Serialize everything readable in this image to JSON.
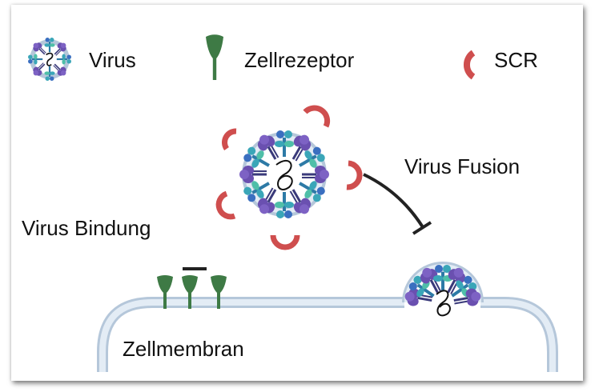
{
  "legend": {
    "virus_label": "Virus",
    "receptor_label": "Zellrezeptor",
    "scr_label": "SCR"
  },
  "labels": {
    "binding": "Virus Bindung",
    "fusion": "Virus Fusion",
    "membrane": "Zellmembran"
  },
  "colors": {
    "receptor": "#3e7a45",
    "scr": "#cf4e4e",
    "spike_purple": "#6a50b0",
    "spike_teal": "#3aa6b8",
    "spike_blue": "#3a6fc0",
    "membrane": "#c6d7e8",
    "inhibitor": "#222222"
  }
}
